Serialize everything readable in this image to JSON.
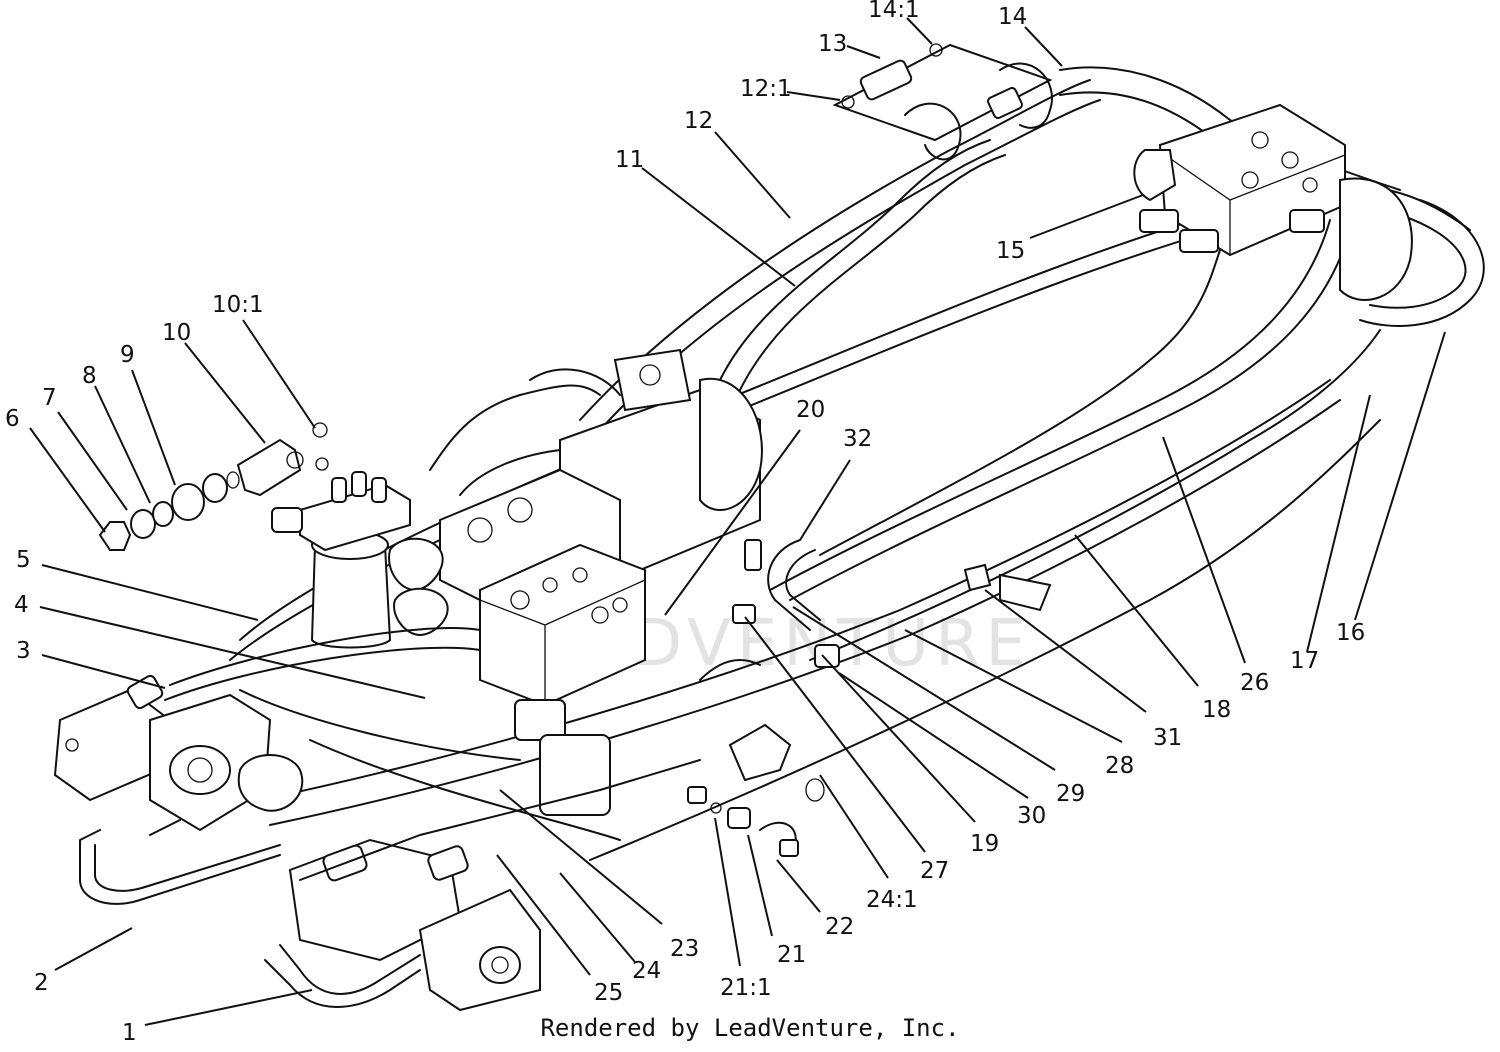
{
  "callouts": [
    "1",
    "2",
    "3",
    "4",
    "5",
    "6",
    "7",
    "8",
    "9",
    "10",
    "10:1",
    "11",
    "12",
    "12:1",
    "13",
    "14",
    "14:1",
    "15",
    "16",
    "17",
    "18",
    "19",
    "20",
    "21",
    "21:1",
    "22",
    "23",
    "24",
    "24:1",
    "25",
    "26",
    "27",
    "28",
    "29",
    "30",
    "31",
    "32"
  ],
  "watermark": "LEADVENTURE",
  "footer": "Rendered by LeadVenture, Inc."
}
